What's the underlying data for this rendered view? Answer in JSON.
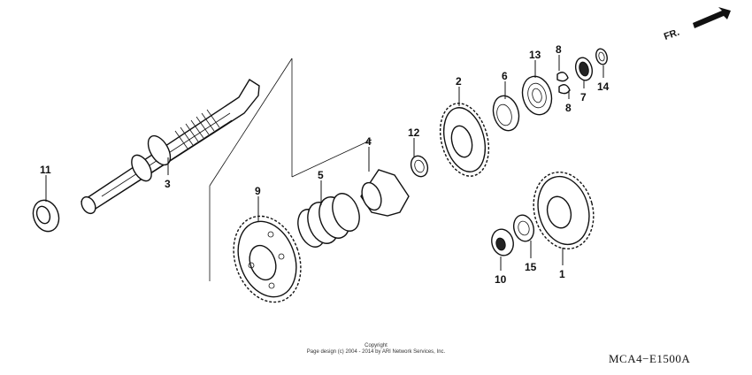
{
  "direction_label": "FR.",
  "callouts": {
    "p1": "1",
    "p2": "2",
    "p3": "3",
    "p4": "4",
    "p5": "5",
    "p6": "6",
    "p7": "7",
    "p8a": "8",
    "p8b": "8",
    "p9": "9",
    "p10": "10",
    "p11": "11",
    "p12": "12",
    "p13": "13",
    "p14": "14",
    "p15": "15"
  },
  "copyright": {
    "line1": "Copyright",
    "line2": "Page design (c) 2004 - 2014 by ARI Network Services, Inc."
  },
  "diagram_code": "MCA4−E1500A"
}
